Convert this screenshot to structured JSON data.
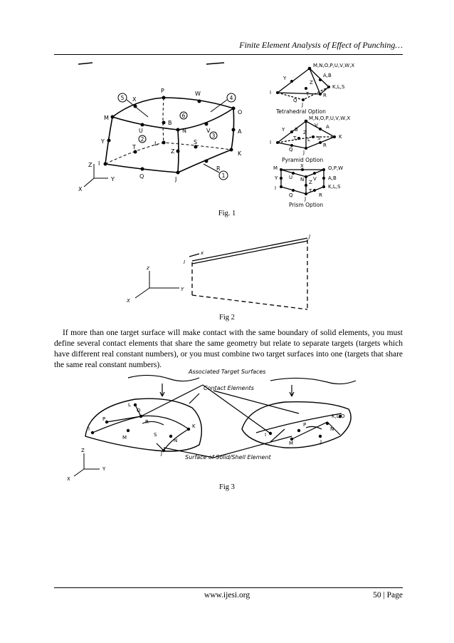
{
  "header": {
    "running_title": "Finite Element Analysis of Effect of Punching…"
  },
  "figures": {
    "fig1": {
      "caption": "Fig. 1",
      "main_nodes": [
        "P",
        "W",
        "X",
        "M",
        "U",
        "B",
        "V",
        "O",
        "N",
        "Y",
        "A",
        "T",
        "L",
        "S",
        "Z",
        "K",
        "I",
        "R",
        "Q",
        "J"
      ],
      "face_numbers": [
        "5",
        "4",
        "6",
        "2",
        "3",
        "1"
      ],
      "axes": [
        "Z",
        "X",
        "Y"
      ],
      "tet_title": "M,N,O,P,U,V,W,X",
      "tet_labels": [
        "Y",
        "A,B",
        "Z",
        "K,L,S",
        "I",
        "T",
        "R",
        "Q",
        "J"
      ],
      "tet_option": "Tetrahedral Option",
      "pyr_title": "M,N,O,P,U,V,W,X",
      "pyr_labels": [
        "Y",
        "B",
        "Z",
        "V",
        "A",
        "T",
        "K",
        "I",
        "L",
        "S",
        "R",
        "Q",
        "J"
      ],
      "pyr_option": "Pyramid Option",
      "prism_title_left": "M",
      "prism_title_x": "X",
      "prism_title_right": "O,P,W",
      "prism_labels": [
        "Y",
        "U",
        "N",
        "V",
        "A,B",
        "Z",
        "K,L,S",
        "I",
        "T",
        "R",
        "Q",
        "J"
      ],
      "prism_option": "Prism Option"
    },
    "fig2": {
      "caption": "Fig 2",
      "labels": [
        "J",
        "I",
        "x",
        "z",
        "Y",
        "X"
      ]
    },
    "fig3": {
      "caption": "Fig 3",
      "title": "Associated Target Surfaces",
      "contact": "Contact Elements",
      "surface": "Surface of Solid/Shell Element",
      "left_labels": [
        "O",
        "L",
        "P",
        "R",
        "S",
        "K",
        "I",
        "M",
        "N",
        "J"
      ],
      "right_labels": [
        "K,L,O",
        "P",
        "N",
        "I",
        "M",
        "J"
      ],
      "axes": [
        "Z",
        "Y",
        "X"
      ]
    }
  },
  "paragraph": "If more than one target surface will make contact with the same boundary of solid elements, you must define several contact elements that share the same geometry but relate to separate targets (targets which have different real constant numbers), or you must combine two target surfaces into one (targets that share the same real constant numbers).",
  "footer": {
    "url": "www.ijesi.org",
    "page": "50 | Page"
  }
}
